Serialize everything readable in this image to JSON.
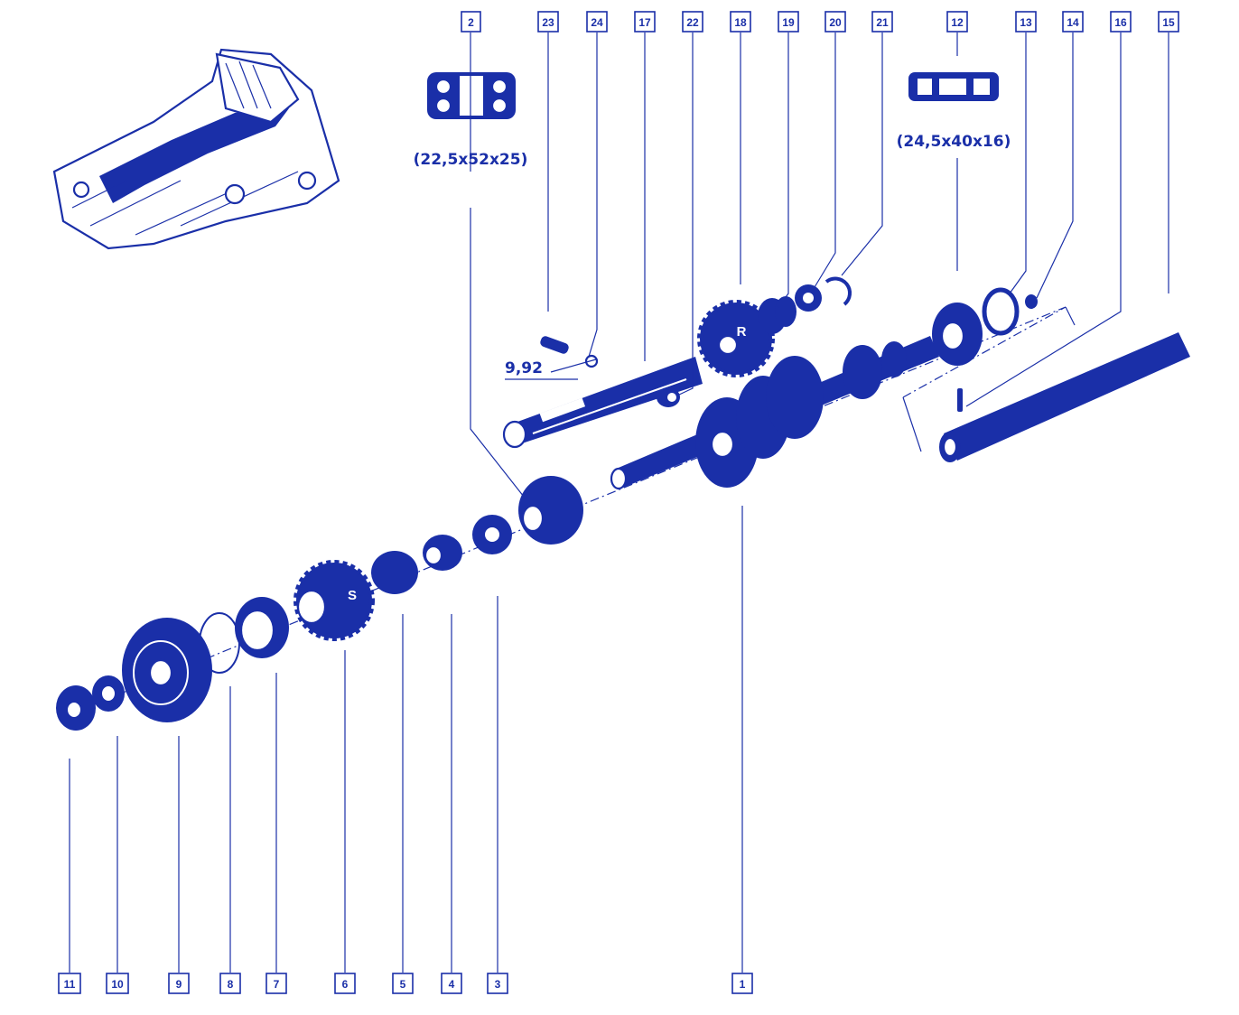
{
  "diagram": {
    "dimension_left": "(22,5x52x25)",
    "dimension_right": "(24,5x40x16)",
    "shim_value": "9,92",
    "gear_letters": {
      "reverse": "R",
      "fifth": "S"
    },
    "top_callouts": [
      "2",
      "23",
      "24",
      "17",
      "22",
      "18",
      "19",
      "20",
      "21",
      "12",
      "13",
      "14",
      "16",
      "15"
    ],
    "bottom_callouts": [
      "11",
      "10",
      "9",
      "8",
      "7",
      "6",
      "5",
      "4",
      "3",
      "1"
    ]
  },
  "colors": {
    "ink": "#1a2fa8",
    "paper": "#ffffff"
  }
}
